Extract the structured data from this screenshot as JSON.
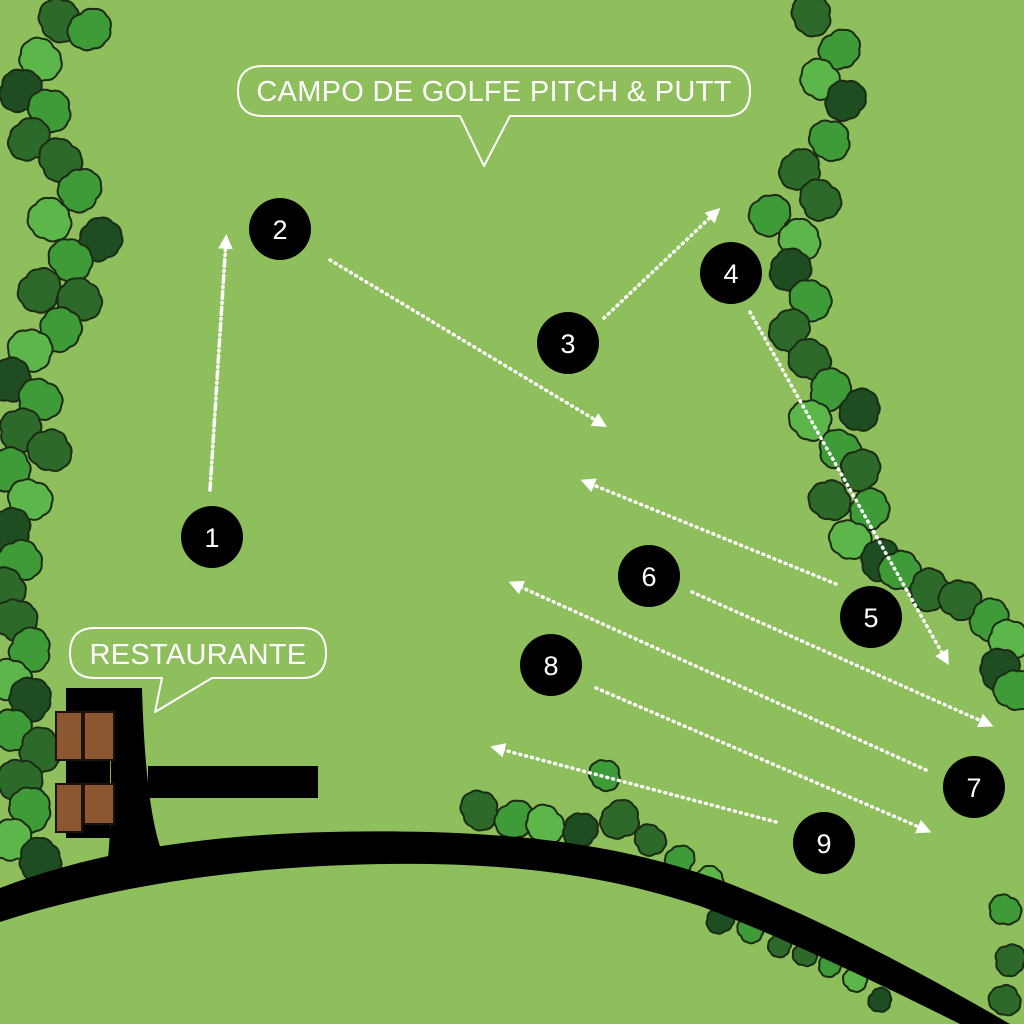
{
  "map": {
    "title": "CAMPO DE GOLFE PITCH & PUTT",
    "restaurant_label": "RESTAURANTE",
    "holes": [
      "1",
      "2",
      "3",
      "4",
      "5",
      "6",
      "7",
      "8",
      "9"
    ],
    "colors": {
      "grass": "#8fbf5c",
      "road": "#000000",
      "marker": "#000000",
      "text": "#ffffff",
      "building_roof": "#8b5630",
      "tree_dark": "#2d6a2a",
      "tree_mid": "#3f9a38",
      "tree_light": "#5db64a",
      "tree_darkest": "#1e4d22"
    }
  }
}
